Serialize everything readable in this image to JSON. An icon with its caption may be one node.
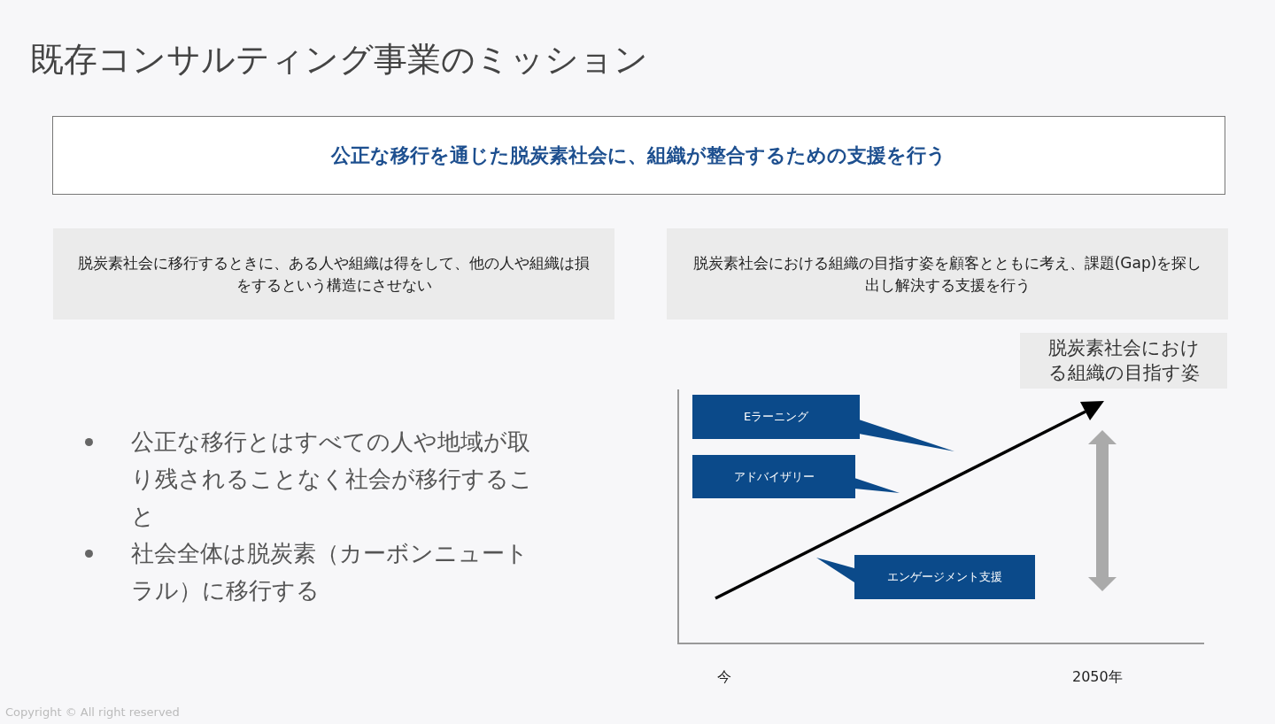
{
  "diagram": {
    "title": "既存コンサルティング事業のミッション",
    "nodes": [
      {
        "text": [
          "公正な移行を通じた脱炭素社会に、組織が整合するための支援を行う"
        ]
      },
      {
        "text": [
          "脱炭素社会に移行するときに、ある人や組織は得をして、他の人や組織は損をするという構造にさせない"
        ]
      },
      {
        "text": [
          "脱炭素社会における組織の目指す姿を顧客とともに考え、課題(Gap)を探し出し解決する支援を行う"
        ]
      },
      {
        "text": [
          "脱炭素社会における組織の目指す姿"
        ]
      },
      {
        "text": [
          "Eラーニング"
        ]
      },
      {
        "text": [
          "アドバイザリー"
        ]
      },
      {
        "text": [
          "エンゲージメント支援"
        ]
      }
    ],
    "labels": [
      "公正な移行とはすべての人や地域が取り残されることなく社会が移行すること",
      "社会全体は脱炭素（カーボンニュートラル）に移行する",
      "今",
      "2050年",
      "Copyright © All right reserved"
    ]
  }
}
